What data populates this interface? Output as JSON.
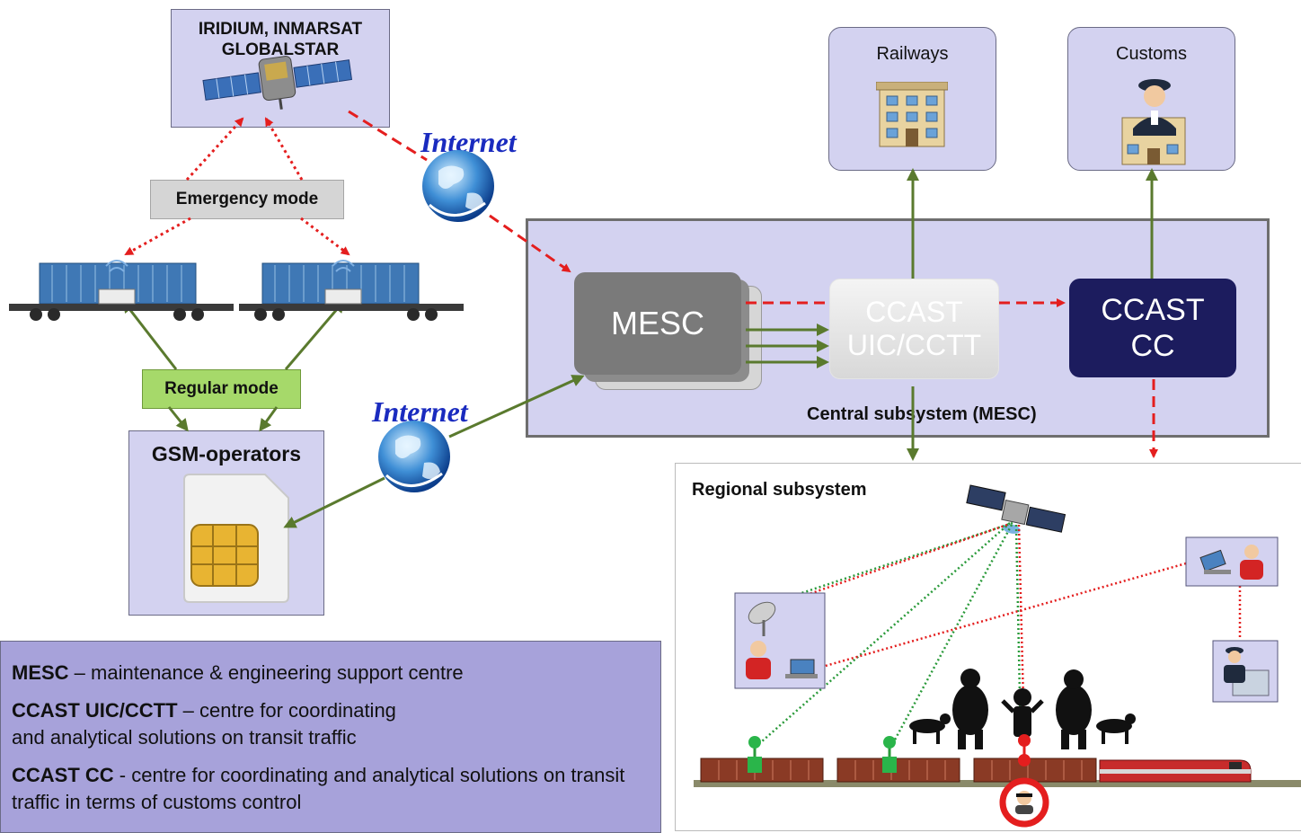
{
  "satellite_box": {
    "line1": "IRIDIUM, INMARSAT",
    "line2": "GLOBALSTAR"
  },
  "internet_labels": [
    "Internet",
    "Internet"
  ],
  "emergency_mode": "Emergency mode",
  "regular_mode": "Regular mode",
  "gsm_operators": "GSM-operators",
  "railways": "Railways",
  "customs": "Customs",
  "central": {
    "mesc": "MESC",
    "ccast_uic_line1": "CCAST",
    "ccast_uic_line2": "UIC/CCTT",
    "ccast_cc_line1": "CCAST",
    "ccast_cc_line2": "CC",
    "caption": "Central subsystem (MESC)"
  },
  "regional_caption": "Regional subsystem",
  "legend": [
    {
      "term": "MESC",
      "sep": " – ",
      "desc": "maintenance & engineering support centre"
    },
    {
      "term": "CCAST UIC/CCTT",
      "sep": " – ",
      "desc": "centre for coordinating and analytical solutions on transit traffic"
    },
    {
      "term": "CCAST CC",
      "sep": " - ",
      "desc": "centre for coordinating and analytical solutions on transit traffic in terms of customs control"
    }
  ],
  "colors": {
    "lavender": "#d3d2f0",
    "red_link": "#e41e1e",
    "green_link": "#5a7a2e",
    "navy": "#1c1c5e",
    "internet_blue": "#1a2bbf",
    "container_blue": "#3f78b5",
    "freight_brown": "#8a3a25",
    "legend_bg": "#a7a2da"
  },
  "icons": [
    "satellite-icon",
    "globe-icon",
    "sim-card-icon",
    "building-icon",
    "customs-officer-icon",
    "dish-antenna-icon",
    "operator-icon",
    "laptop-icon",
    "locomotive-icon",
    "thief-icon",
    "dog-handler-icon"
  ]
}
